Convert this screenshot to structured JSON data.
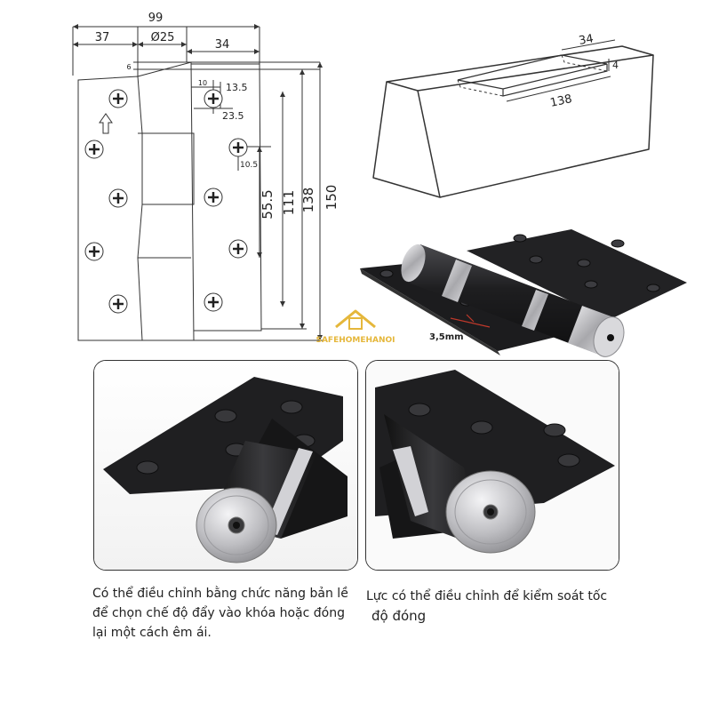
{
  "drawing": {
    "dim_overall_width": "99",
    "dim_leaf_left": "37",
    "dim_knuckle_diameter": "Ø25",
    "dim_leaf_right": "34",
    "dim_top_offset": "6",
    "dim_hole_x": "10",
    "dim_hole_row1": "13.5",
    "dim_hole_row2": "23.5",
    "dim_hole_small": "10.5",
    "dim_h1": "55.5",
    "dim_h2": "111",
    "dim_h3": "138",
    "dim_h4": "150"
  },
  "mortise": {
    "dim_width": "34",
    "dim_depth": "4",
    "dim_length": "138"
  },
  "product": {
    "thickness_label": "3,5mm"
  },
  "watermark": {
    "brand": "SAFEHOMEHANOI"
  },
  "captions": {
    "left": "Có thể điều chỉnh bằng chức năng bản lề để chọn chế độ đẩy vào khóa hoặc đóng lại một cách êm ái.",
    "right_line1": "Lực có thể điều chỉnh để kiểm soát tốc",
    "right_line2": "độ đóng"
  },
  "colors": {
    "hinge_black": "#1c1c1e",
    "steel": "#c9c9cc",
    "line": "#333333",
    "watermark_gold": "#e5b73b"
  }
}
